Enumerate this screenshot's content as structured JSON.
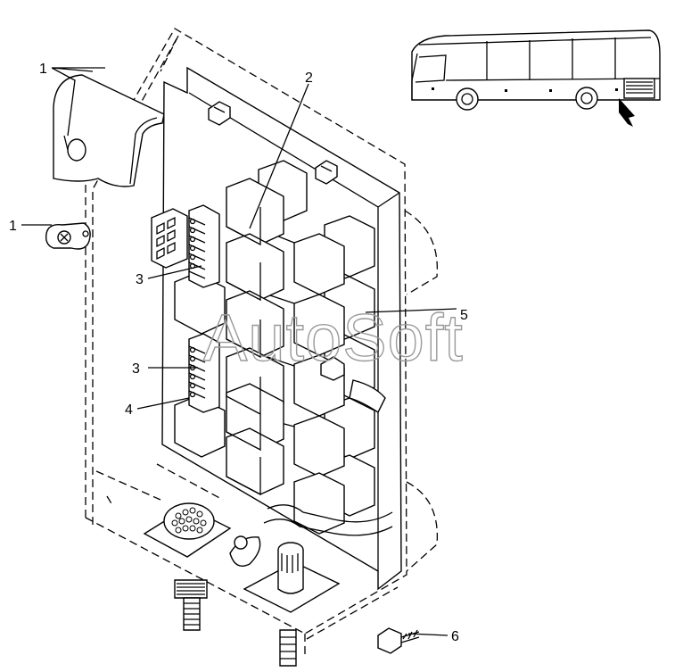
{
  "watermark": "AutoSoft",
  "callouts": [
    {
      "id": "callout-1-top",
      "text": "1"
    },
    {
      "id": "callout-1-left",
      "text": "1"
    },
    {
      "id": "callout-2",
      "text": "2"
    },
    {
      "id": "callout-3-upper",
      "text": "3"
    },
    {
      "id": "callout-3-lower",
      "text": "3"
    },
    {
      "id": "callout-4",
      "text": "4"
    },
    {
      "id": "callout-5",
      "text": "5"
    },
    {
      "id": "callout-6",
      "text": "6"
    }
  ]
}
